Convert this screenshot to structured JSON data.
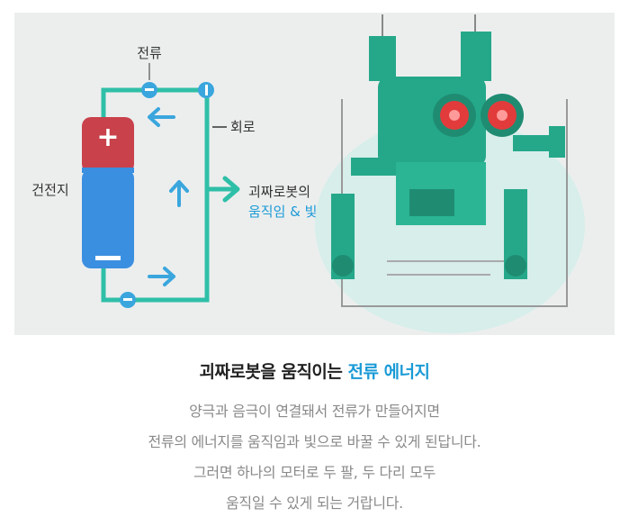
{
  "diagram": {
    "label_current": "전류",
    "label_circuit": "회로",
    "label_battery": "건전지",
    "label_plus": "+",
    "label_minus": "−",
    "label_robot_line1": "괴짜로봇의",
    "label_robot_line2": "움직임 & 빛"
  },
  "caption": {
    "title_main": "괴짜로봇을 움직이는",
    "title_accent": "전류 에너지",
    "lines": [
      "양극과 음극이 연결돼서 전류가 만들어지면",
      "전류의 에너지를 움직임과 빛으로 바꿀 수 있게 된답니다.",
      "그러면 하나의 모터로 두 팔, 두 다리 모두",
      "움직일 수 있게 되는 거랍니다."
    ]
  },
  "colors": {
    "wire": "#2fbfa8",
    "arrow": "#3aa6dd",
    "battery_top": "#c8414b",
    "battery_bottom": "#3b8fe0",
    "robot": "#25a88a",
    "accent": "#1a9ad6"
  }
}
